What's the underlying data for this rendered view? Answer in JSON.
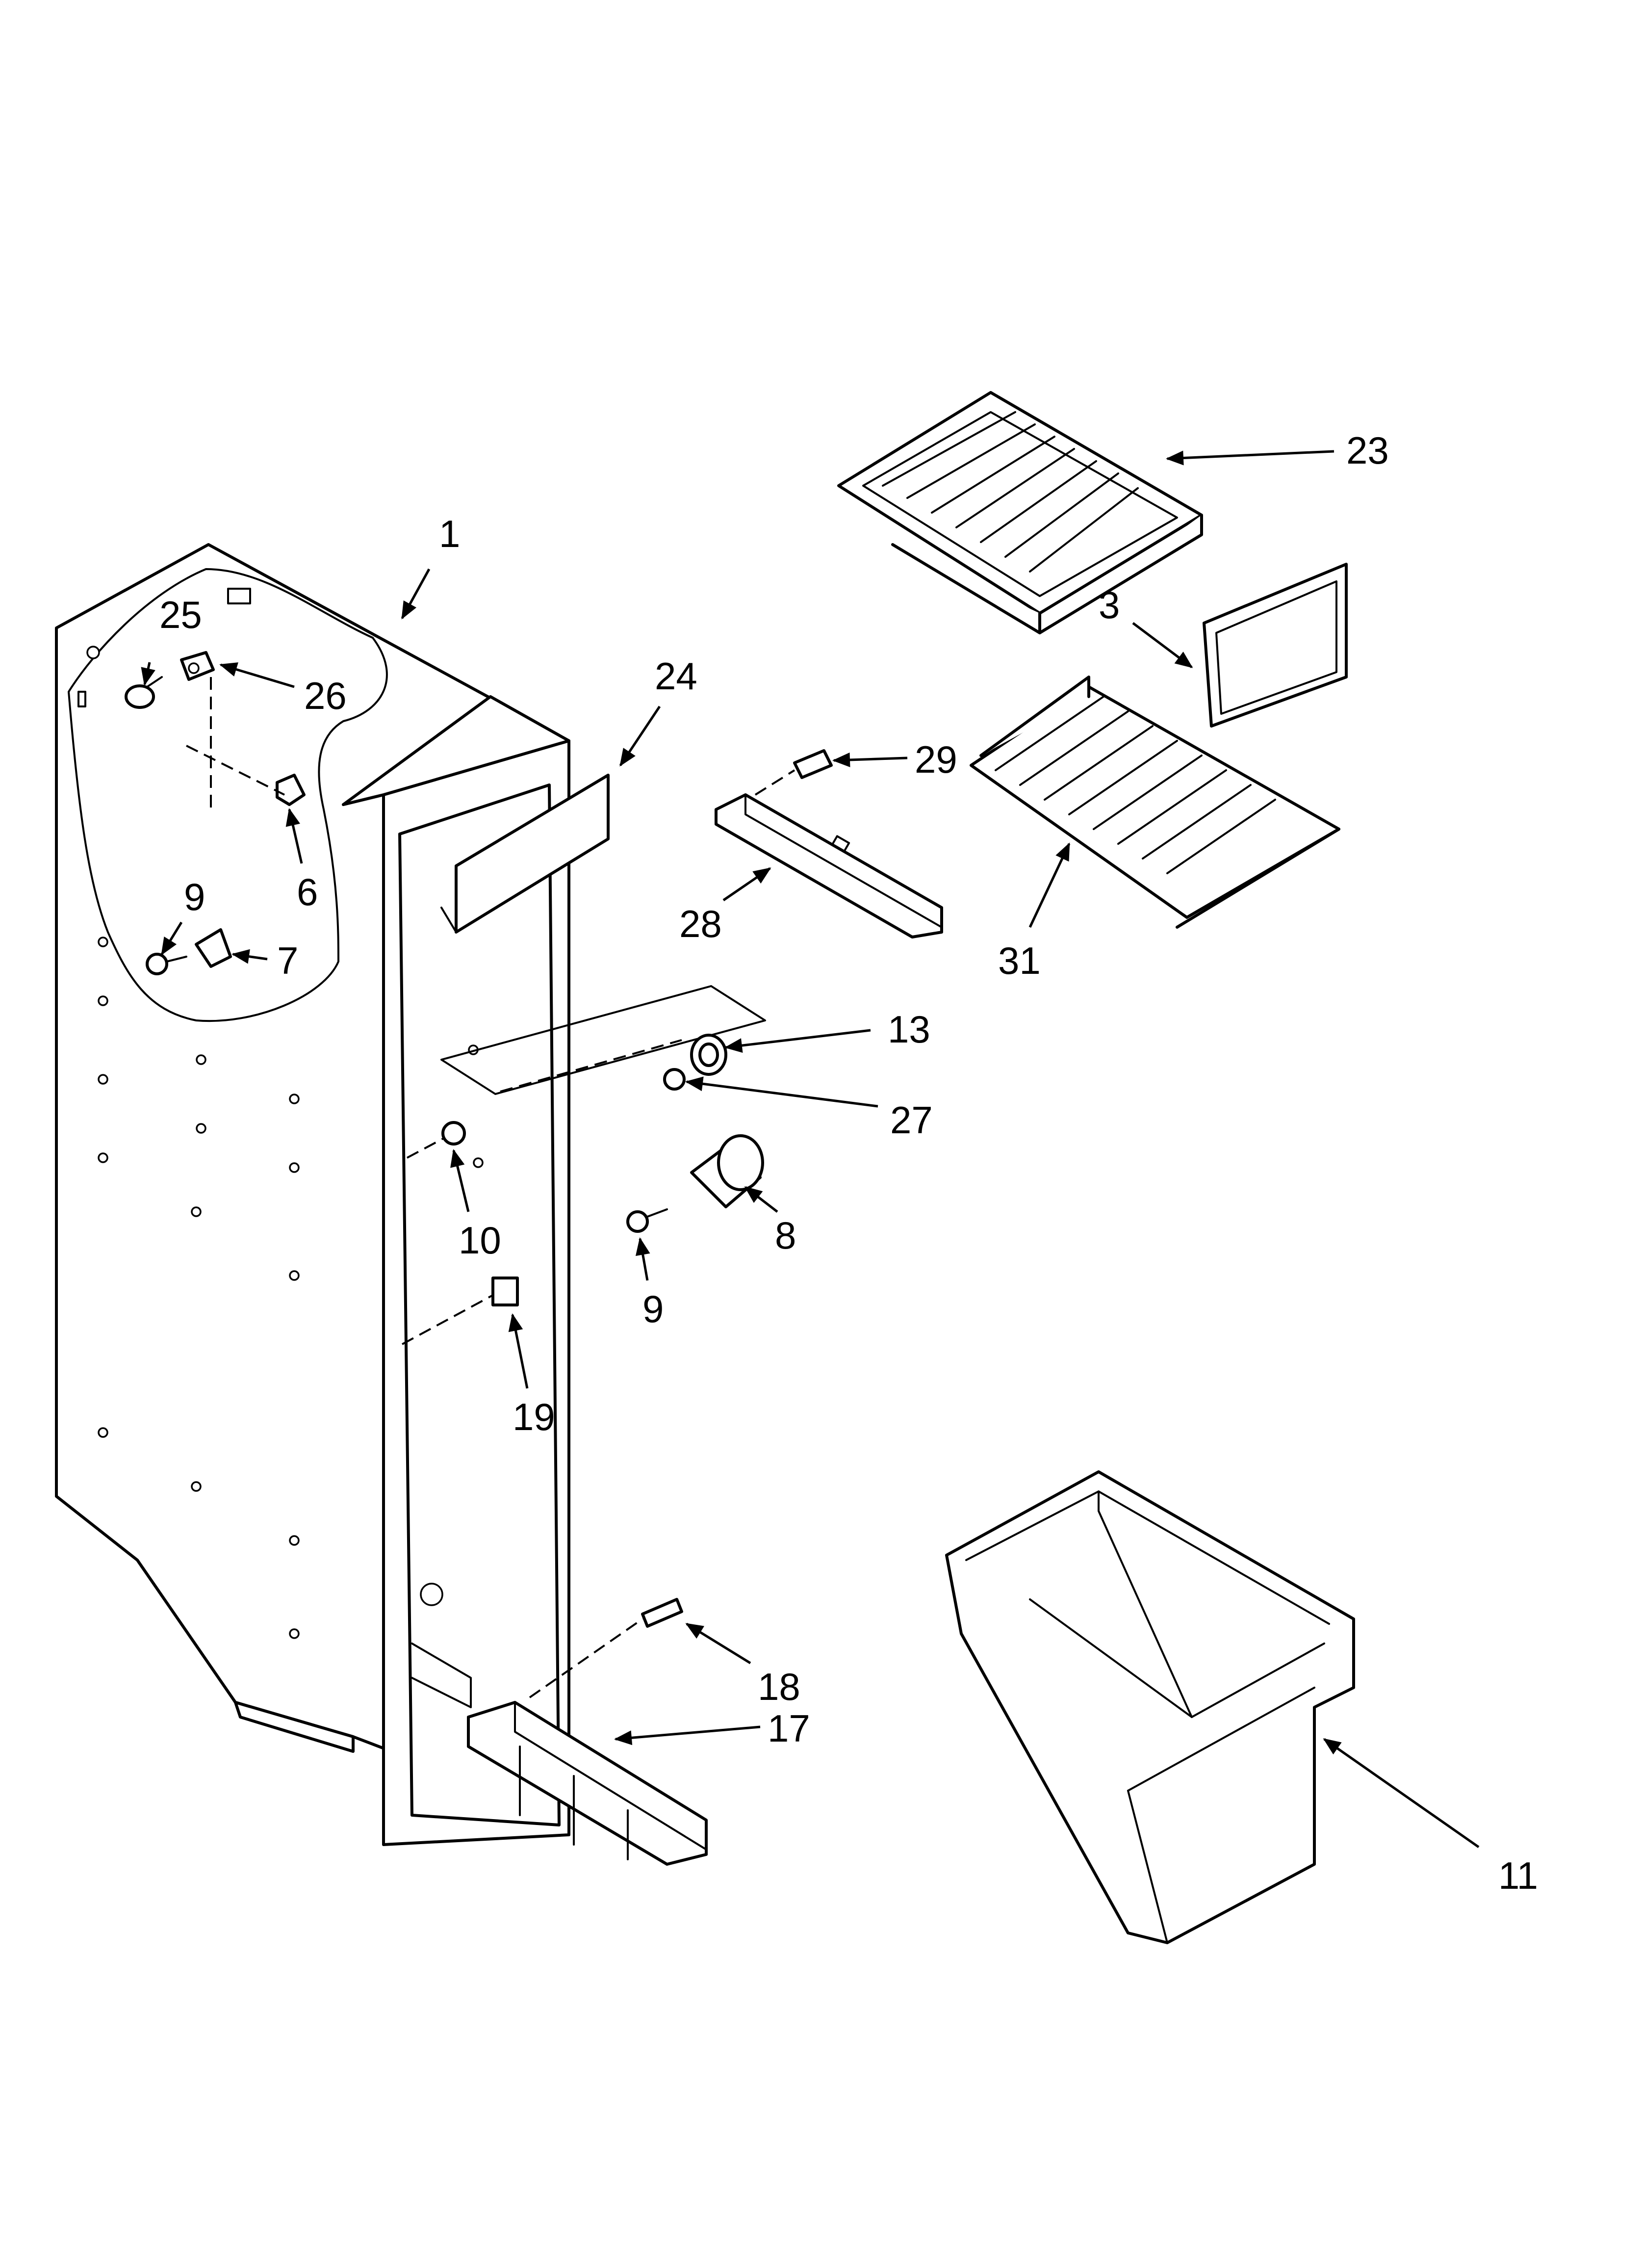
{
  "diagram": {
    "callouts": [
      {
        "id": "c1",
        "label": "1"
      },
      {
        "id": "c3",
        "label": "3"
      },
      {
        "id": "c6",
        "label": "6"
      },
      {
        "id": "c7",
        "label": "7"
      },
      {
        "id": "c8",
        "label": "8"
      },
      {
        "id": "c9a",
        "label": "9"
      },
      {
        "id": "c9b",
        "label": "9"
      },
      {
        "id": "c10",
        "label": "10"
      },
      {
        "id": "c11",
        "label": "11"
      },
      {
        "id": "c13",
        "label": "13"
      },
      {
        "id": "c17",
        "label": "17"
      },
      {
        "id": "c18",
        "label": "18"
      },
      {
        "id": "c19",
        "label": "19"
      },
      {
        "id": "c23",
        "label": "23"
      },
      {
        "id": "c24",
        "label": "24"
      },
      {
        "id": "c25",
        "label": "25"
      },
      {
        "id": "c26",
        "label": "26"
      },
      {
        "id": "c27",
        "label": "27"
      },
      {
        "id": "c28",
        "label": "28"
      },
      {
        "id": "c29",
        "label": "29"
      },
      {
        "id": "c31",
        "label": "31"
      }
    ]
  }
}
